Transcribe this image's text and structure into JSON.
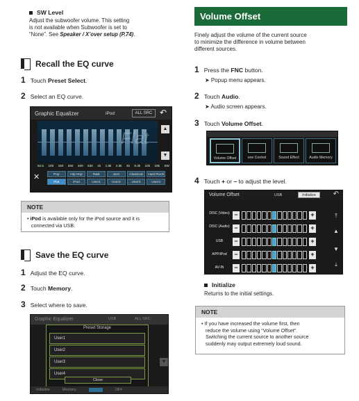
{
  "sw_level": {
    "title": "SW Level",
    "body_line1": "Adjust the subwoofer volume. This setting",
    "body_line2": "is not available when Subwoofer is set to",
    "body_line3_prefix": "“None”. See ",
    "body_line3_link": "Speaker / X’over setup (P.74)",
    "body_line3_suffix": "."
  },
  "recall": {
    "heading": "Recall the EQ curve",
    "step1_num": "1",
    "step1_text": "Touch ",
    "step1_bold": "Preset Select",
    "step1_end": ".",
    "step2_num": "2",
    "step2_text": "Select an EQ curve."
  },
  "eq_screen": {
    "title": "Graphic Equalizer",
    "source": "iPod",
    "all_src": "ALL SRC",
    "back": "↶",
    "overlay": "Flat",
    "freqs": [
      "62.5",
      "100",
      "160",
      "250",
      "400",
      "630",
      "1k",
      "1.6k",
      "2.5k",
      "4k",
      "6.3k",
      "10k",
      "16k",
      "SW"
    ],
    "presets_row1": [
      "Pop",
      "Hip Hop",
      "R&B",
      "Jazz",
      "Classical",
      "Hard Rock"
    ],
    "presets_row2": [
      "Flat",
      "iPod",
      "User1",
      "User2",
      "User3",
      "User4"
    ],
    "close_x": "✕",
    "up": "▲",
    "down": "▼"
  },
  "note1": {
    "header": "NOTE",
    "bold": "iPod",
    "line1": " is available only for the iPod source and it is",
    "line2": "connected via USB."
  },
  "save": {
    "heading": "Save the EQ curve",
    "step1_num": "1",
    "step1_text": "Adjust the EQ curve.",
    "step2_num": "2",
    "step2_text": "Touch ",
    "step2_bold": "Memory",
    "step2_end": ".",
    "step3_num": "3",
    "step3_text": "Select where to save."
  },
  "save_screen": {
    "title": "Graphic Equalizer",
    "source": "USB",
    "all_src": "ALL SRC",
    "dialog_title": "Preset Storage",
    "rows": [
      "User1",
      "User2",
      "User3",
      "User4"
    ],
    "close": "Close",
    "bottom": [
      "Initialize",
      "Memory",
      "",
      "OFF"
    ]
  },
  "volume_offset": {
    "heading": "Volume Offset",
    "intro1": "Finely adjust the volume of the current source",
    "intro2": "to minimize the difference in volume between",
    "intro3": "different sources.",
    "step1_num": "1",
    "step1_text": "Press the ",
    "step1_bold": "FNC",
    "step1_end": " button.",
    "step1_sub": "➤ Popup menu appears.",
    "step2_num": "2",
    "step2_text": "Touch ",
    "step2_bold": "Audio",
    "step2_end": ".",
    "step2_sub": "➤ Audio screen appears.",
    "step3_num": "3",
    "step3_text": "Touch ",
    "step3_bold": "Volume Offset",
    "step3_end": ".",
    "step4_num": "4",
    "step4_text": "Touch ",
    "step4_bold_plus": "+",
    "step4_or": " or ",
    "step4_bold_minus": "–",
    "step4_end": " to adjust the level."
  },
  "audio_screen": {
    "buttons": [
      "Volume Offset",
      "one Control",
      "Sound Effect",
      "Audio Memory"
    ]
  },
  "vo_screen": {
    "title": "Volume Offset",
    "source": "USB",
    "init": "Initialize",
    "back": "↶",
    "rows": [
      {
        "label": "DISC (Video)",
        "level": 0
      },
      {
        "label": "DISC (Audio)",
        "level": 0
      },
      {
        "label": "USB",
        "level": 0
      },
      {
        "label": "APP/iPod",
        "level": 0
      },
      {
        "label": "AV-IN",
        "level": 0
      }
    ],
    "side": [
      "⤒",
      "▲",
      "▼",
      "⤓"
    ]
  },
  "initialize": {
    "title": "Initialize",
    "body": "Returns to the initial settings."
  },
  "note2": {
    "header": "NOTE",
    "line1": "• If you have increased the volume first, then",
    "line2": "reduce the volume using “Volume Offset”.",
    "line3": "Switching the current source to another source",
    "line4": "suddenly may output extremely loud sound."
  }
}
